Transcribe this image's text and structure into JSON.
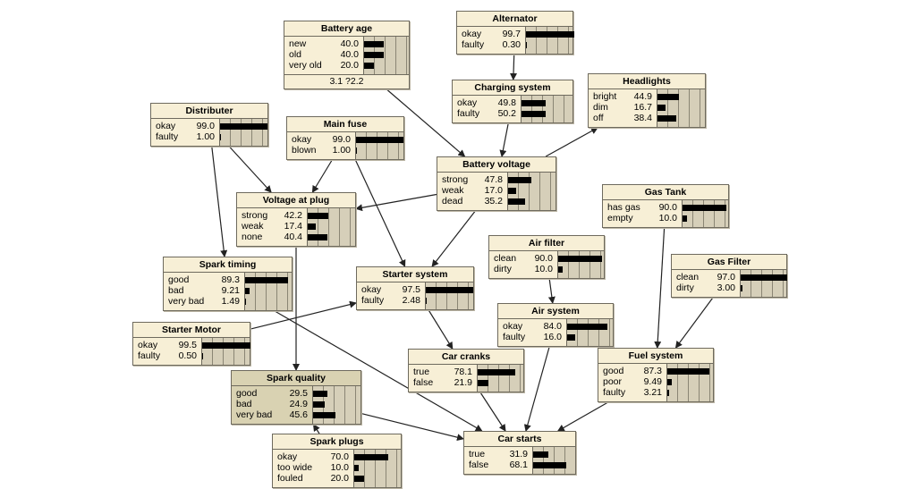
{
  "nodes": [
    {
      "id": "battery_age",
      "title": "Battery age",
      "states": [
        {
          "label": "new",
          "value": "40.0"
        },
        {
          "label": "old",
          "value": "40.0"
        },
        {
          "label": "very old",
          "value": "20.0"
        }
      ],
      "footer": "3.1 ?2.2"
    },
    {
      "id": "alternator",
      "title": "Alternator",
      "states": [
        {
          "label": "okay",
          "value": "99.7"
        },
        {
          "label": "faulty",
          "value": "0.30"
        }
      ]
    },
    {
      "id": "charging_system",
      "title": "Charging system",
      "states": [
        {
          "label": "okay",
          "value": "49.8"
        },
        {
          "label": "faulty",
          "value": "50.2"
        }
      ]
    },
    {
      "id": "headlights",
      "title": "Headlights",
      "states": [
        {
          "label": "bright",
          "value": "44.9"
        },
        {
          "label": "dim",
          "value": "16.7"
        },
        {
          "label": "off",
          "value": "38.4"
        }
      ]
    },
    {
      "id": "distributer",
      "title": "Distributer",
      "states": [
        {
          "label": "okay",
          "value": "99.0"
        },
        {
          "label": "faulty",
          "value": "1.00"
        }
      ]
    },
    {
      "id": "main_fuse",
      "title": "Main fuse",
      "states": [
        {
          "label": "okay",
          "value": "99.0"
        },
        {
          "label": "blown",
          "value": "1.00"
        }
      ]
    },
    {
      "id": "battery_voltage",
      "title": "Battery voltage",
      "states": [
        {
          "label": "strong",
          "value": "47.8"
        },
        {
          "label": "weak",
          "value": "17.0"
        },
        {
          "label": "dead",
          "value": "35.2"
        }
      ]
    },
    {
      "id": "voltage_at_plug",
      "title": "Voltage at plug",
      "states": [
        {
          "label": "strong",
          "value": "42.2"
        },
        {
          "label": "weak",
          "value": "17.4"
        },
        {
          "label": "none",
          "value": "40.4"
        }
      ]
    },
    {
      "id": "gas_tank",
      "title": "Gas Tank",
      "states": [
        {
          "label": "has gas",
          "value": "90.0"
        },
        {
          "label": "empty",
          "value": "10.0"
        }
      ]
    },
    {
      "id": "air_filter",
      "title": "Air filter",
      "states": [
        {
          "label": "clean",
          "value": "90.0"
        },
        {
          "label": "dirty",
          "value": "10.0"
        }
      ]
    },
    {
      "id": "gas_filter",
      "title": "Gas Filter",
      "states": [
        {
          "label": "clean",
          "value": "97.0"
        },
        {
          "label": "dirty",
          "value": "3.00"
        }
      ]
    },
    {
      "id": "spark_timing",
      "title": "Spark timing",
      "states": [
        {
          "label": "good",
          "value": "89.3"
        },
        {
          "label": "bad",
          "value": "9.21"
        },
        {
          "label": "very bad",
          "value": "1.49"
        }
      ]
    },
    {
      "id": "starter_system",
      "title": "Starter system",
      "states": [
        {
          "label": "okay",
          "value": "97.5"
        },
        {
          "label": "faulty",
          "value": "2.48"
        }
      ]
    },
    {
      "id": "air_system",
      "title": "Air system",
      "states": [
        {
          "label": "okay",
          "value": "84.0"
        },
        {
          "label": "faulty",
          "value": "16.0"
        }
      ]
    },
    {
      "id": "starter_motor",
      "title": "Starter Motor",
      "states": [
        {
          "label": "okay",
          "value": "99.5"
        },
        {
          "label": "faulty",
          "value": "0.50"
        }
      ]
    },
    {
      "id": "spark_quality",
      "title": "Spark quality",
      "shaded": true,
      "states": [
        {
          "label": "good",
          "value": "29.5"
        },
        {
          "label": "bad",
          "value": "24.9"
        },
        {
          "label": "very bad",
          "value": "45.6"
        }
      ]
    },
    {
      "id": "car_cranks",
      "title": "Car cranks",
      "states": [
        {
          "label": "true",
          "value": "78.1"
        },
        {
          "label": "false",
          "value": "21.9"
        }
      ]
    },
    {
      "id": "fuel_system",
      "title": "Fuel system",
      "states": [
        {
          "label": "good",
          "value": "87.3"
        },
        {
          "label": "poor",
          "value": "9.49"
        },
        {
          "label": "faulty",
          "value": "3.21"
        }
      ]
    },
    {
      "id": "spark_plugs",
      "title": "Spark plugs",
      "states": [
        {
          "label": "okay",
          "value": "70.0"
        },
        {
          "label": "too wide",
          "value": "10.0"
        },
        {
          "label": "fouled",
          "value": "20.0"
        }
      ]
    },
    {
      "id": "car_starts",
      "title": "Car starts",
      "states": [
        {
          "label": "true",
          "value": "31.9"
        },
        {
          "label": "false",
          "value": "68.1"
        }
      ]
    }
  ],
  "edges": [
    [
      "battery_age",
      "battery_voltage"
    ],
    [
      "alternator",
      "charging_system"
    ],
    [
      "charging_system",
      "battery_voltage"
    ],
    [
      "battery_voltage",
      "headlights"
    ],
    [
      "battery_voltage",
      "voltage_at_plug"
    ],
    [
      "battery_voltage",
      "starter_system"
    ],
    [
      "distributer",
      "voltage_at_plug"
    ],
    [
      "distributer",
      "spark_timing"
    ],
    [
      "main_fuse",
      "voltage_at_plug"
    ],
    [
      "main_fuse",
      "starter_system"
    ],
    [
      "voltage_at_plug",
      "spark_quality"
    ],
    [
      "spark_plugs",
      "spark_quality"
    ],
    [
      "spark_timing",
      "car_starts"
    ],
    [
      "starter_motor",
      "starter_system"
    ],
    [
      "starter_system",
      "car_cranks"
    ],
    [
      "car_cranks",
      "car_starts"
    ],
    [
      "air_filter",
      "air_system"
    ],
    [
      "air_system",
      "car_starts"
    ],
    [
      "gas_tank",
      "fuel_system"
    ],
    [
      "gas_filter",
      "fuel_system"
    ],
    [
      "fuel_system",
      "car_starts"
    ],
    [
      "spark_quality",
      "car_starts"
    ]
  ]
}
